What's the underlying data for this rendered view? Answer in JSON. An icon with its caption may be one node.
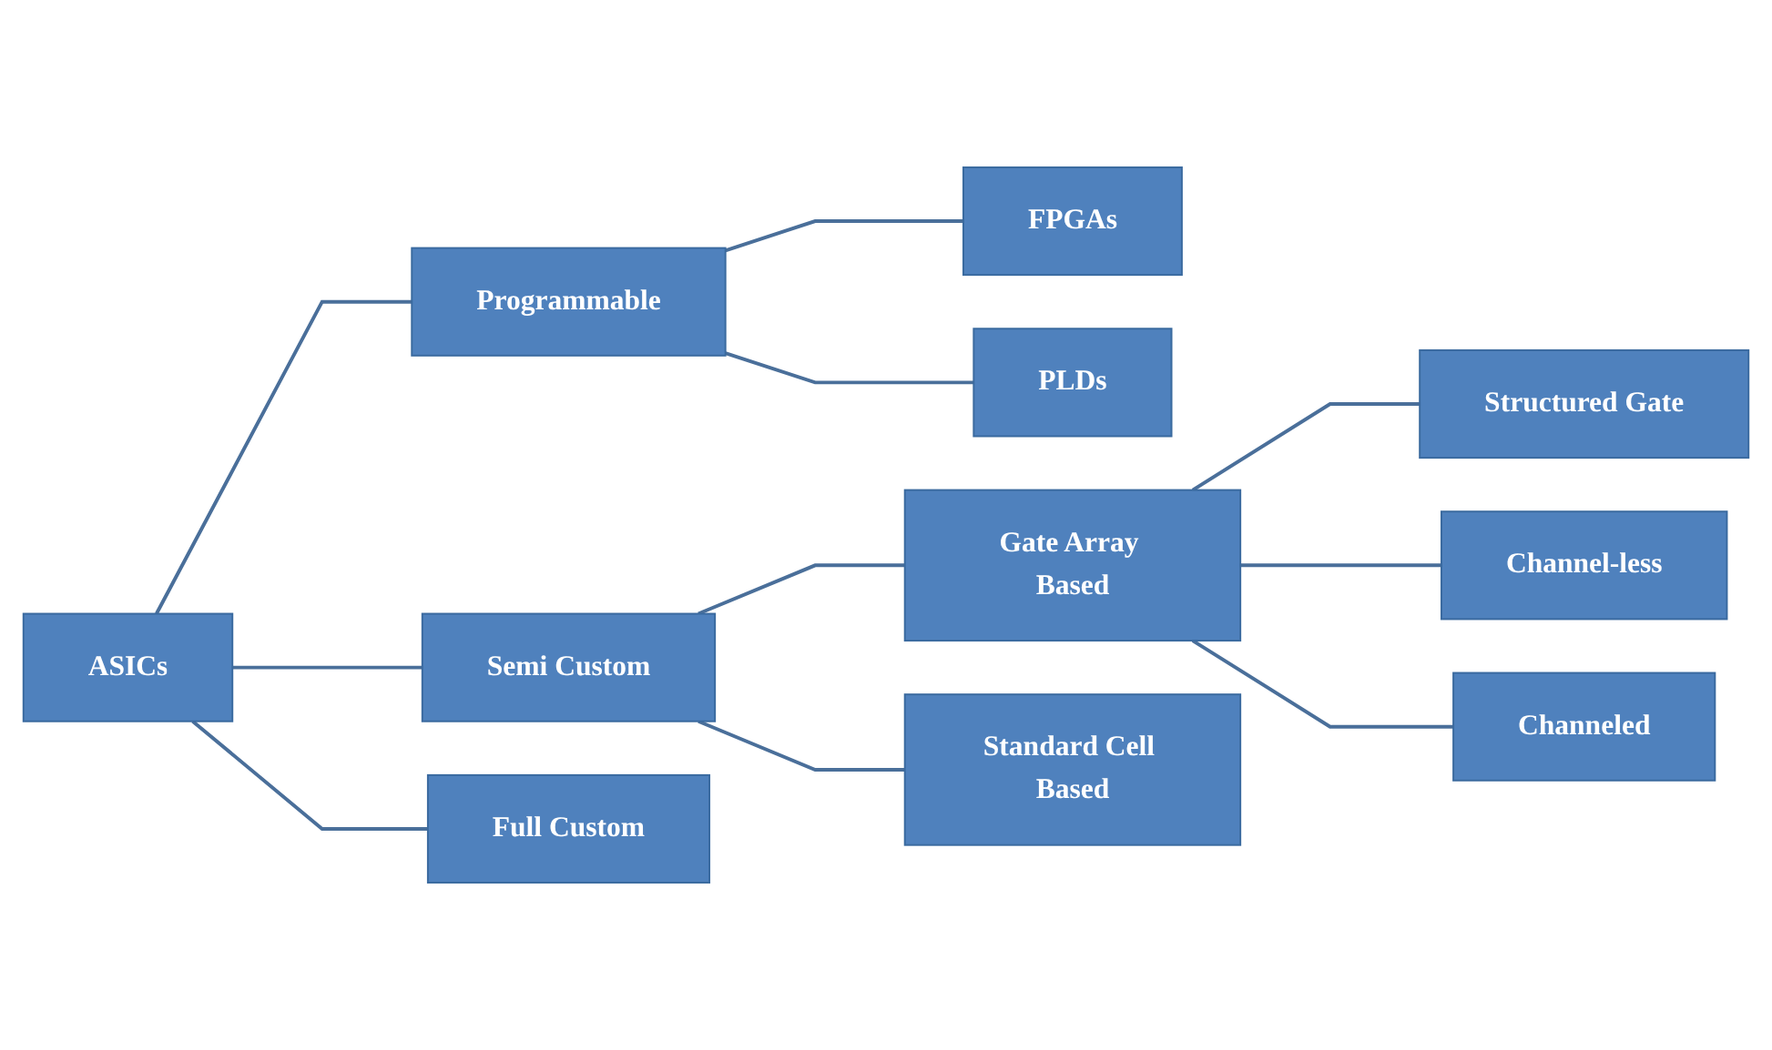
{
  "diagram": {
    "nodes": [
      {
        "text": [
          "ASICs"
        ]
      },
      {
        "text": [
          "Programmable"
        ]
      },
      {
        "text": [
          "FPGAs"
        ]
      },
      {
        "text": [
          "PLDs"
        ]
      },
      {
        "text": [
          "Semi Custom"
        ]
      },
      {
        "text": [
          "Full Custom"
        ]
      },
      {
        "text": [
          "Gate Array Based"
        ]
      },
      {
        "text": [
          "Standard Cell Based"
        ]
      },
      {
        "text": [
          "Structured Gate"
        ]
      },
      {
        "text": [
          "Channel-less"
        ]
      },
      {
        "text": [
          "Channeled"
        ]
      }
    ],
    "edges": [
      {
        "from": 0,
        "to": 1,
        "arrow": "none"
      },
      {
        "from": 0,
        "to": 4,
        "arrow": "none"
      },
      {
        "from": 0,
        "to": 5,
        "arrow": "none"
      },
      {
        "from": 1,
        "to": 2,
        "arrow": "none"
      },
      {
        "from": 1,
        "to": 3,
        "arrow": "none"
      },
      {
        "from": 4,
        "to": 6,
        "arrow": "none"
      },
      {
        "from": 4,
        "to": 7,
        "arrow": "none"
      },
      {
        "from": 6,
        "to": 8,
        "arrow": "none"
      },
      {
        "from": 6,
        "to": 9,
        "arrow": "none"
      },
      {
        "from": 6,
        "to": 10,
        "arrow": "none"
      }
    ]
  }
}
